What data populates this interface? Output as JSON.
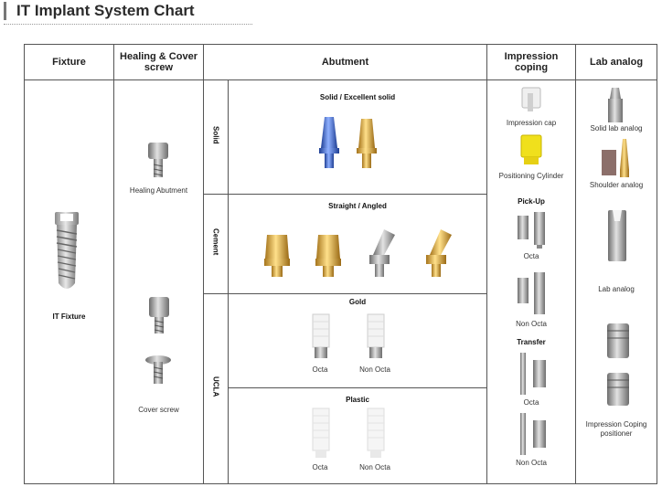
{
  "title": "IT Implant System Chart",
  "headers": {
    "fixture": "Fixture",
    "healing": "Healing & Cover screw",
    "abutment": "Abutment",
    "impression": "Impression coping",
    "lab": "Lab analog"
  },
  "fixture": {
    "label": "IT Fixture"
  },
  "healing": {
    "healing_abutment": "Healing Abutment",
    "cover_screw": "Cover screw"
  },
  "abutment": {
    "solid": {
      "side": "Solid",
      "title": "Solid / Excellent solid"
    },
    "cement": {
      "side": "Cement",
      "title": "Straight / Angled"
    },
    "ucla": {
      "side": "UCLA",
      "gold_title": "Gold",
      "plastic_title": "Plastic",
      "octa": "Octa",
      "non_octa": "Non Octa"
    }
  },
  "impression": {
    "impression_cap": "Impression cap",
    "positioning_cylinder": "Positioning Cylinder",
    "pickup_title": "Pick-Up",
    "transfer_title": "Transfer",
    "octa": "Octa",
    "non_octa": "Non Octa"
  },
  "lab": {
    "solid_lab_analog": "Solid lab analog",
    "shoulder_analog": "Shoulder analog",
    "lab_analog": "Lab analog",
    "impression_coping_positioner": "Impression Coping positioner"
  },
  "colors": {
    "gold": "#d9a93a",
    "blue": "#3b6ed8",
    "silver": "#b8b8b8",
    "gray_dark": "#7a7a7a",
    "white_plastic": "#f2f2f2"
  }
}
